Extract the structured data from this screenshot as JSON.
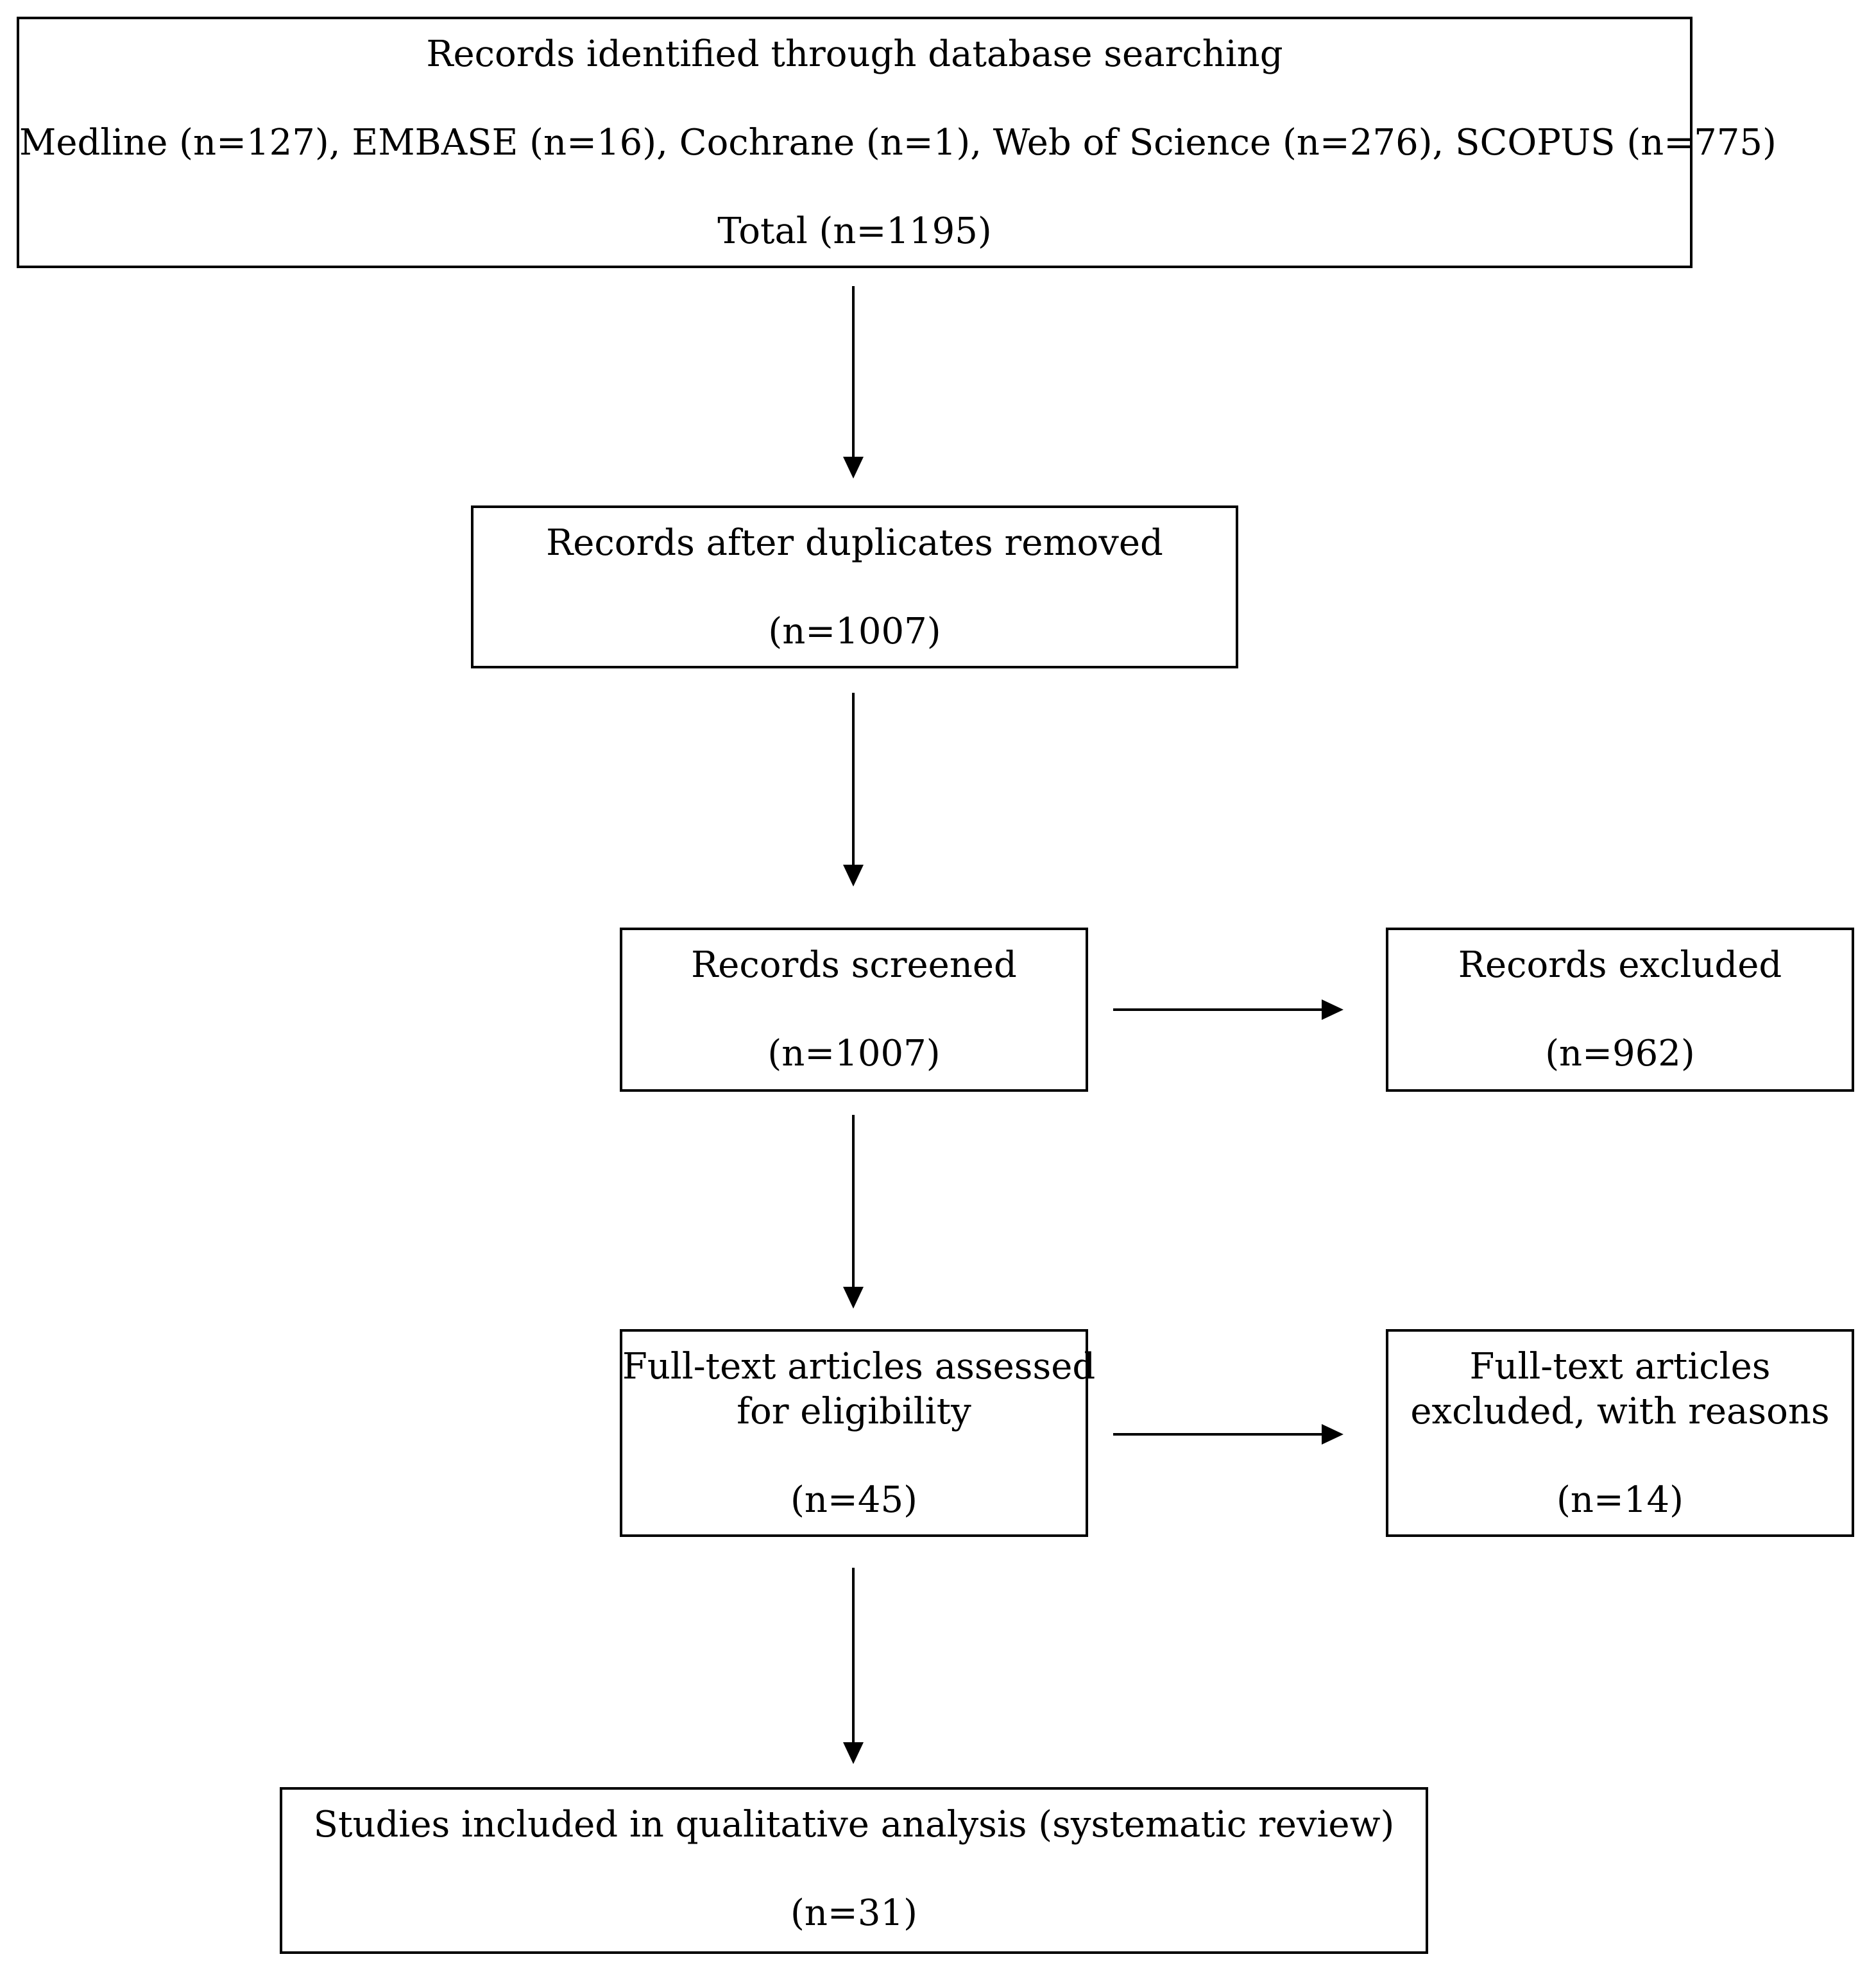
{
  "identification": {
    "heading": "Records identified through database searching",
    "sources": "Medline (n=127), EMBASE (n=16), Cochrane (n=1), Web of Science (n=276), SCOPUS (n=775)",
    "total": "Total (n=1195)"
  },
  "duplicates_removed": {
    "heading": "Records after duplicates removed",
    "count": "(n=1007)"
  },
  "screened": {
    "heading": "Records screened",
    "count": "(n=1007)"
  },
  "excluded": {
    "heading": "Records excluded",
    "count": "(n=962)"
  },
  "eligibility": {
    "heading_line1": "Full-text articles assessed",
    "heading_line2": "for eligibility",
    "count": "(n=45)"
  },
  "fulltext_excluded": {
    "heading_line1": "Full-text articles",
    "heading_line2": "excluded, with reasons",
    "count": "(n=14)"
  },
  "included": {
    "heading": "Studies included in qualitative analysis (systematic review)",
    "count": "(n=31)"
  }
}
